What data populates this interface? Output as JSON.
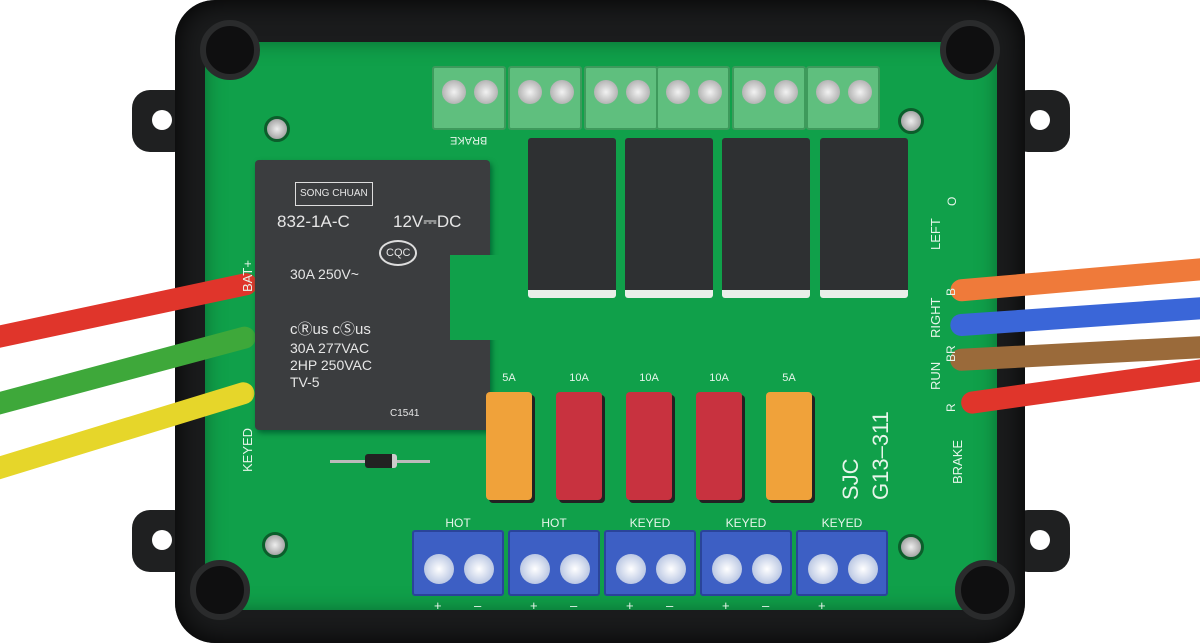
{
  "main_relay": {
    "brand": "SONG CHUAN",
    "model": "832-1A-C",
    "voltage": "12V⎓DC",
    "cqc": "CQC",
    "rating1": "30A 250V~",
    "ul": "cⓇus cⓈus",
    "rating2": "30A 277VAC",
    "rating3": "2HP 250VAC",
    "rating4": "TV-5",
    "code": "C1541"
  },
  "board_label": {
    "maker": "SJC",
    "part": "G13–311"
  },
  "top_terminal_label": "BRAKE",
  "left_labels": {
    "bat": "BAT+",
    "keyed": "KEYED"
  },
  "right_labels": {
    "left": "LEFT",
    "left_color": "O",
    "right": "RIGHT",
    "right_color": "B",
    "run": "RUN",
    "run_color": "BR",
    "brake": "BRAKE",
    "brake_color": "R"
  },
  "fuses": [
    {
      "rating": "5A",
      "color": "#f0a23a"
    },
    {
      "rating": "10A",
      "color": "#c8323f"
    },
    {
      "rating": "10A",
      "color": "#c8323f"
    },
    {
      "rating": "10A",
      "color": "#c8323f"
    },
    {
      "rating": "5A",
      "color": "#f0a23a"
    }
  ],
  "outputs": [
    {
      "label": "HOT",
      "plus": "+",
      "minus": "–"
    },
    {
      "label": "HOT",
      "plus": "+",
      "minus": "–"
    },
    {
      "label": "KEYED",
      "plus": "+",
      "minus": "–"
    },
    {
      "label": "KEYED",
      "plus": "+",
      "minus": "–"
    },
    {
      "label": "KEYED",
      "plus": "+",
      "minus": ""
    }
  ],
  "colors": {
    "pcb": "#10a04a",
    "enclosure": "#1b1c1d",
    "terminal_blue": "#3d5fc4",
    "terminal_green": "#5fbf7e"
  }
}
